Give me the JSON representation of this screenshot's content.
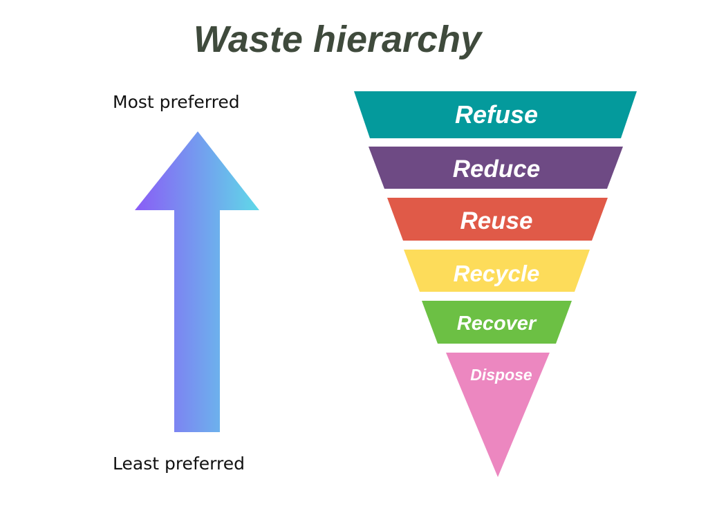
{
  "title": "Waste hierarchy",
  "labels": {
    "top": "Most preferred",
    "bottom": "Least preferred"
  },
  "arrow": {
    "gradient": [
      "#8a5cf6",
      "#5fd9e8"
    ],
    "direction": "up"
  },
  "levels": [
    {
      "label": "Refuse",
      "color": "#049a9c"
    },
    {
      "label": "Reduce",
      "color": "#6e4a84"
    },
    {
      "label": "Reuse",
      "color": "#e05a48"
    },
    {
      "label": "Recycle",
      "color": "#fddc5a"
    },
    {
      "label": "Recover",
      "color": "#6cc044"
    },
    {
      "label": "Dispose",
      "color": "#ec87c0"
    }
  ]
}
